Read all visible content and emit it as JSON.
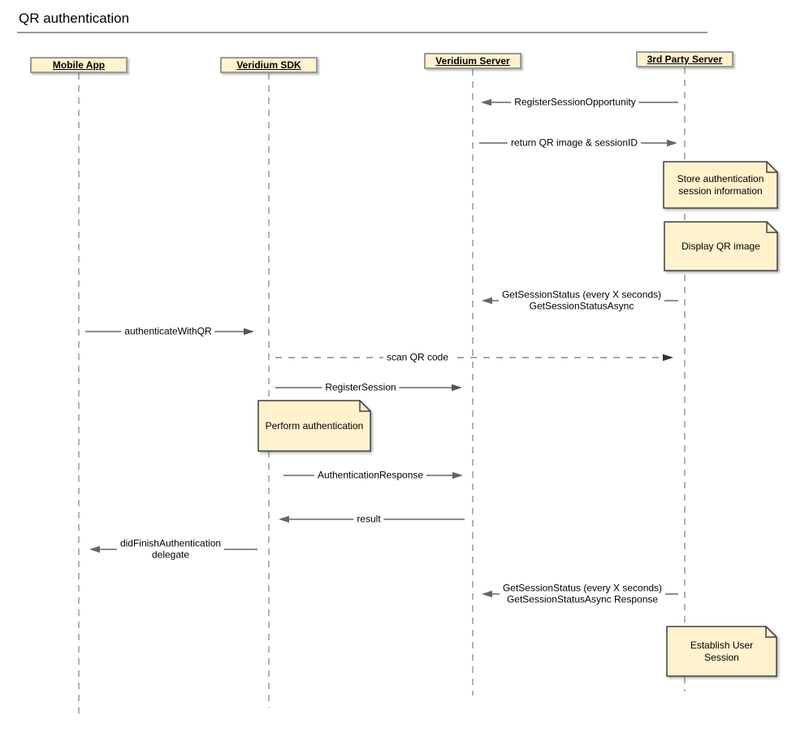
{
  "title": "QR authentication",
  "participants": [
    {
      "name": "Mobile App"
    },
    {
      "name": "Veridium SDK"
    },
    {
      "name": "Veridium Server"
    },
    {
      "name": "3rd Party Server"
    }
  ],
  "messages": [
    {
      "label": "RegisterSessionOpportunity",
      "from": "3rd Party Server",
      "to": "Veridium Server",
      "line": "solid"
    },
    {
      "label": "return QR image & sessionID",
      "from": "Veridium Server",
      "to": "3rd Party Server",
      "line": "solid"
    },
    {
      "label": "GetSessionStatus (every X seconds)",
      "label2": "GetSessionStatusAsync",
      "from": "3rd Party Server",
      "to": "Veridium Server",
      "line": "solid"
    },
    {
      "label": "authenticateWithQR",
      "from": "Mobile App",
      "to": "Veridium SDK",
      "line": "solid"
    },
    {
      "label": "scan QR code",
      "from": "Veridium SDK",
      "to": "3rd Party Server",
      "line": "dashed"
    },
    {
      "label": "RegisterSession",
      "from": "Veridium SDK",
      "to": "Veridium Server",
      "line": "solid"
    },
    {
      "label": "AuthenticationResponse",
      "from": "Veridium SDK",
      "to": "Veridium Server",
      "line": "solid"
    },
    {
      "label": "result",
      "from": "Veridium Server",
      "to": "Veridium SDK",
      "line": "solid"
    },
    {
      "label": "didFinishAuthentication",
      "label2": "delegate",
      "from": "Veridium SDK",
      "to": "Mobile App",
      "line": "solid"
    },
    {
      "label": "GetSessionStatus (every X seconds)",
      "label2": "GetSessionStatusAsync Response",
      "from": "3rd Party Server",
      "to": "Veridium Server",
      "line": "solid"
    }
  ],
  "notes": [
    {
      "text": "Store authentication session information",
      "anchor": "3rd Party Server"
    },
    {
      "text": "Display QR image",
      "anchor": "3rd Party Server"
    },
    {
      "text": "Perform authentication",
      "anchor": "Veridium SDK"
    },
    {
      "text": "Establish User Session",
      "anchor": "3rd Party Server"
    }
  ],
  "colors": {
    "node_fill": "#FFF2CC",
    "participant_border": "#999999",
    "note_border": "#404040",
    "arrow": "#666666",
    "lifeline": "#999999",
    "text": "#000000"
  }
}
